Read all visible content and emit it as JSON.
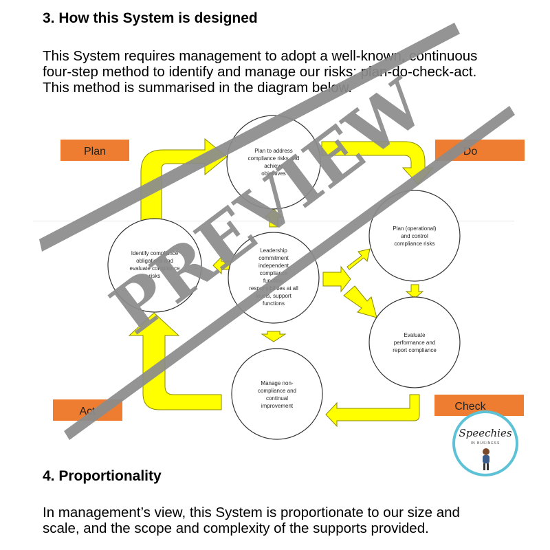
{
  "section3": {
    "heading": "3. How this System is designed",
    "lines": [
      "This System requires management to adopt a well-known, continuous",
      "four-step method to identify and manage our risks: plan-do-check-act.",
      "This method is summarised in the diagram below."
    ]
  },
  "diagram": {
    "labels": {
      "plan": "Plan",
      "do": "Do",
      "check": "Check",
      "act": "Act"
    },
    "circles": {
      "plan_top": [
        "Plan to address",
        "compliance risks and",
        "achieve",
        "objectives"
      ],
      "identify": [
        "Identify compliance",
        "obligations and",
        "evaluate compliance",
        "risks"
      ],
      "center": [
        "Leadership",
        "commitment",
        "independent",
        "compliance",
        "function,",
        "responsibilities at all",
        "levels, support",
        "functions"
      ],
      "operational": [
        "Plan (operational)",
        "and control",
        "compliance risks"
      ],
      "evaluate": [
        "Evaluate",
        "performance and",
        "report compliance"
      ],
      "manage": [
        "Manage non-",
        "compliance and",
        "continual",
        "improvement"
      ]
    },
    "colors": {
      "label_fill": "#ee7d31",
      "arrow_fill": "#ffff00",
      "arrow_stroke": "#8a8a00"
    }
  },
  "section4": {
    "heading": "4. Proportionality",
    "lines": [
      "In management’s view, this System is proportionate to our size and",
      "scale, and the scope and complexity of the supports provided."
    ]
  },
  "logo": {
    "name": "Speechies",
    "tagline": "IN BUSINESS"
  },
  "watermark": {
    "text": "PREVIEW",
    "color": "#8c8c8c"
  }
}
